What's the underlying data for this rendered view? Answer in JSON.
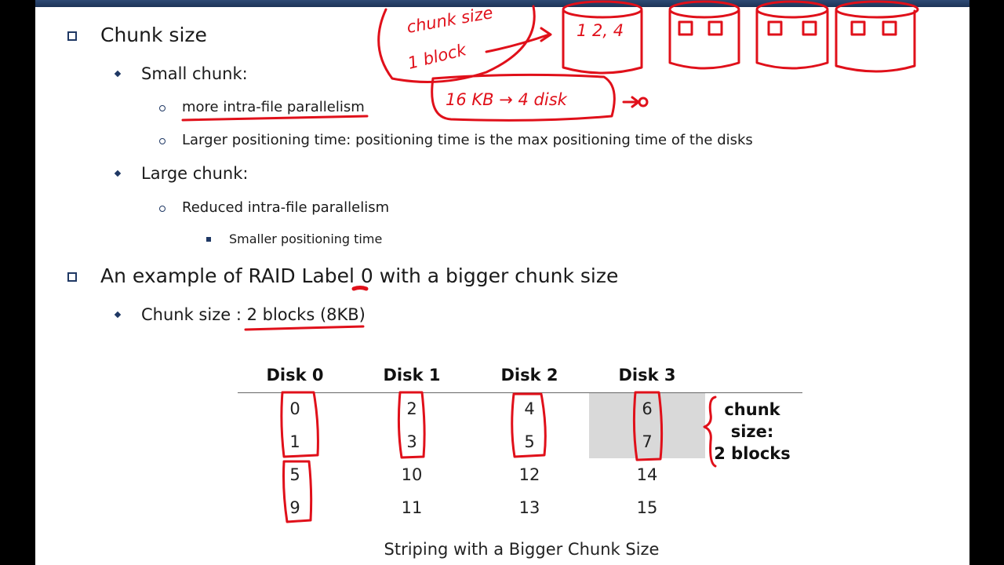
{
  "bullets": {
    "chunk_size": "Chunk size",
    "small_chunk": "Small chunk:",
    "more_parallelism": "more intra-file parallelism",
    "larger_positioning": "Larger positioning time: positioning time is the max positioning time of the disks",
    "large_chunk": "Large chunk:",
    "reduced_parallelism": "Reduced intra-file parallelism",
    "smaller_positioning": "Smaller positioning time",
    "raid_example": "An example of RAID Label 0 with a bigger chunk size",
    "chunk_size_value": "Chunk size : 2 blocks (8KB)"
  },
  "table": {
    "headers": [
      "Disk 0",
      "Disk 1",
      "Disk 2",
      "Disk 3"
    ],
    "rows": [
      [
        "0",
        "2",
        "4",
        "6"
      ],
      [
        "1",
        "3",
        "5",
        "7"
      ],
      [
        "5",
        "10",
        "12",
        "14"
      ],
      [
        "9",
        "11",
        "13",
        "15"
      ]
    ],
    "brace_label": "chunk\nsize:\n2 blocks",
    "caption": "Striping with a Bigger Chunk Size"
  },
  "annotations": {
    "chunk_size": "chunk size",
    "one_block": "1 block",
    "capacity": "16 KB → 4 disk",
    "disk0_blocks": "1 2, 4"
  },
  "colors": {
    "ink": "#e0101a",
    "bullet": "#1f3864",
    "header_bar": "#1c3357",
    "shade": "#d9d9d9"
  }
}
